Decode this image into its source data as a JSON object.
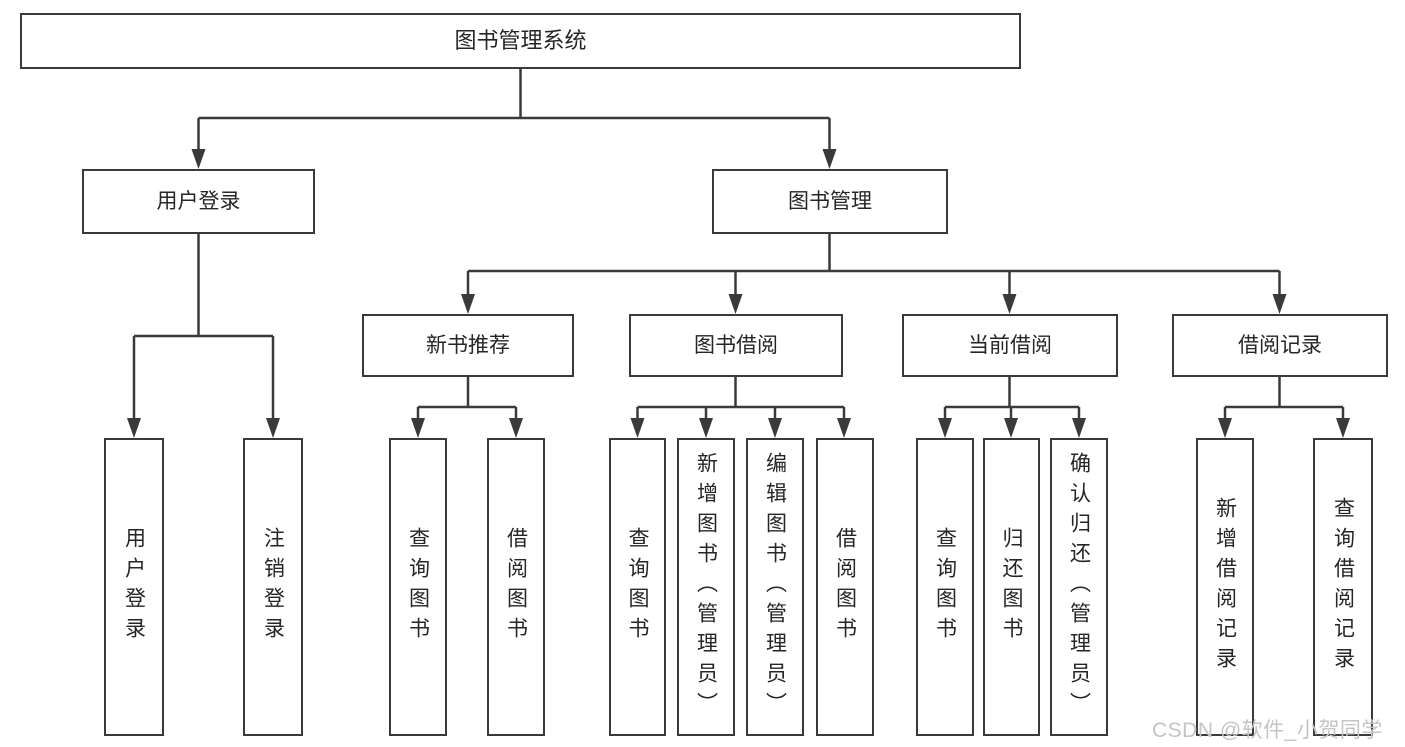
{
  "watermark": {
    "text": "CSDN @软件_小贺同学"
  },
  "colors": {
    "line": "#3a3a3a",
    "text": "#262626",
    "box_background": "#ffffff",
    "watermark": "#c4c4c4"
  },
  "tree": {
    "root": {
      "label": "图书管理系统",
      "children": [
        {
          "label": "用户登录",
          "children": [
            {
              "label": "用户登录"
            },
            {
              "label": "注销登录"
            }
          ]
        },
        {
          "label": "图书管理",
          "children": [
            {
              "label": "新书推荐",
              "children": [
                {
                  "label": "查询图书"
                },
                {
                  "label": "借阅图书"
                }
              ]
            },
            {
              "label": "图书借阅",
              "children": [
                {
                  "label": "查询图书"
                },
                {
                  "label": "新增图书（管理员）"
                },
                {
                  "label": "编辑图书（管理员）"
                },
                {
                  "label": "借阅图书"
                }
              ]
            },
            {
              "label": "当前借阅",
              "children": [
                {
                  "label": "查询图书"
                },
                {
                  "label": "归还图书"
                },
                {
                  "label": "确认归还（管理员）"
                }
              ]
            },
            {
              "label": "借阅记录",
              "children": [
                {
                  "label": "新增借阅记录"
                },
                {
                  "label": "查询借阅记录"
                }
              ]
            }
          ]
        }
      ]
    }
  }
}
